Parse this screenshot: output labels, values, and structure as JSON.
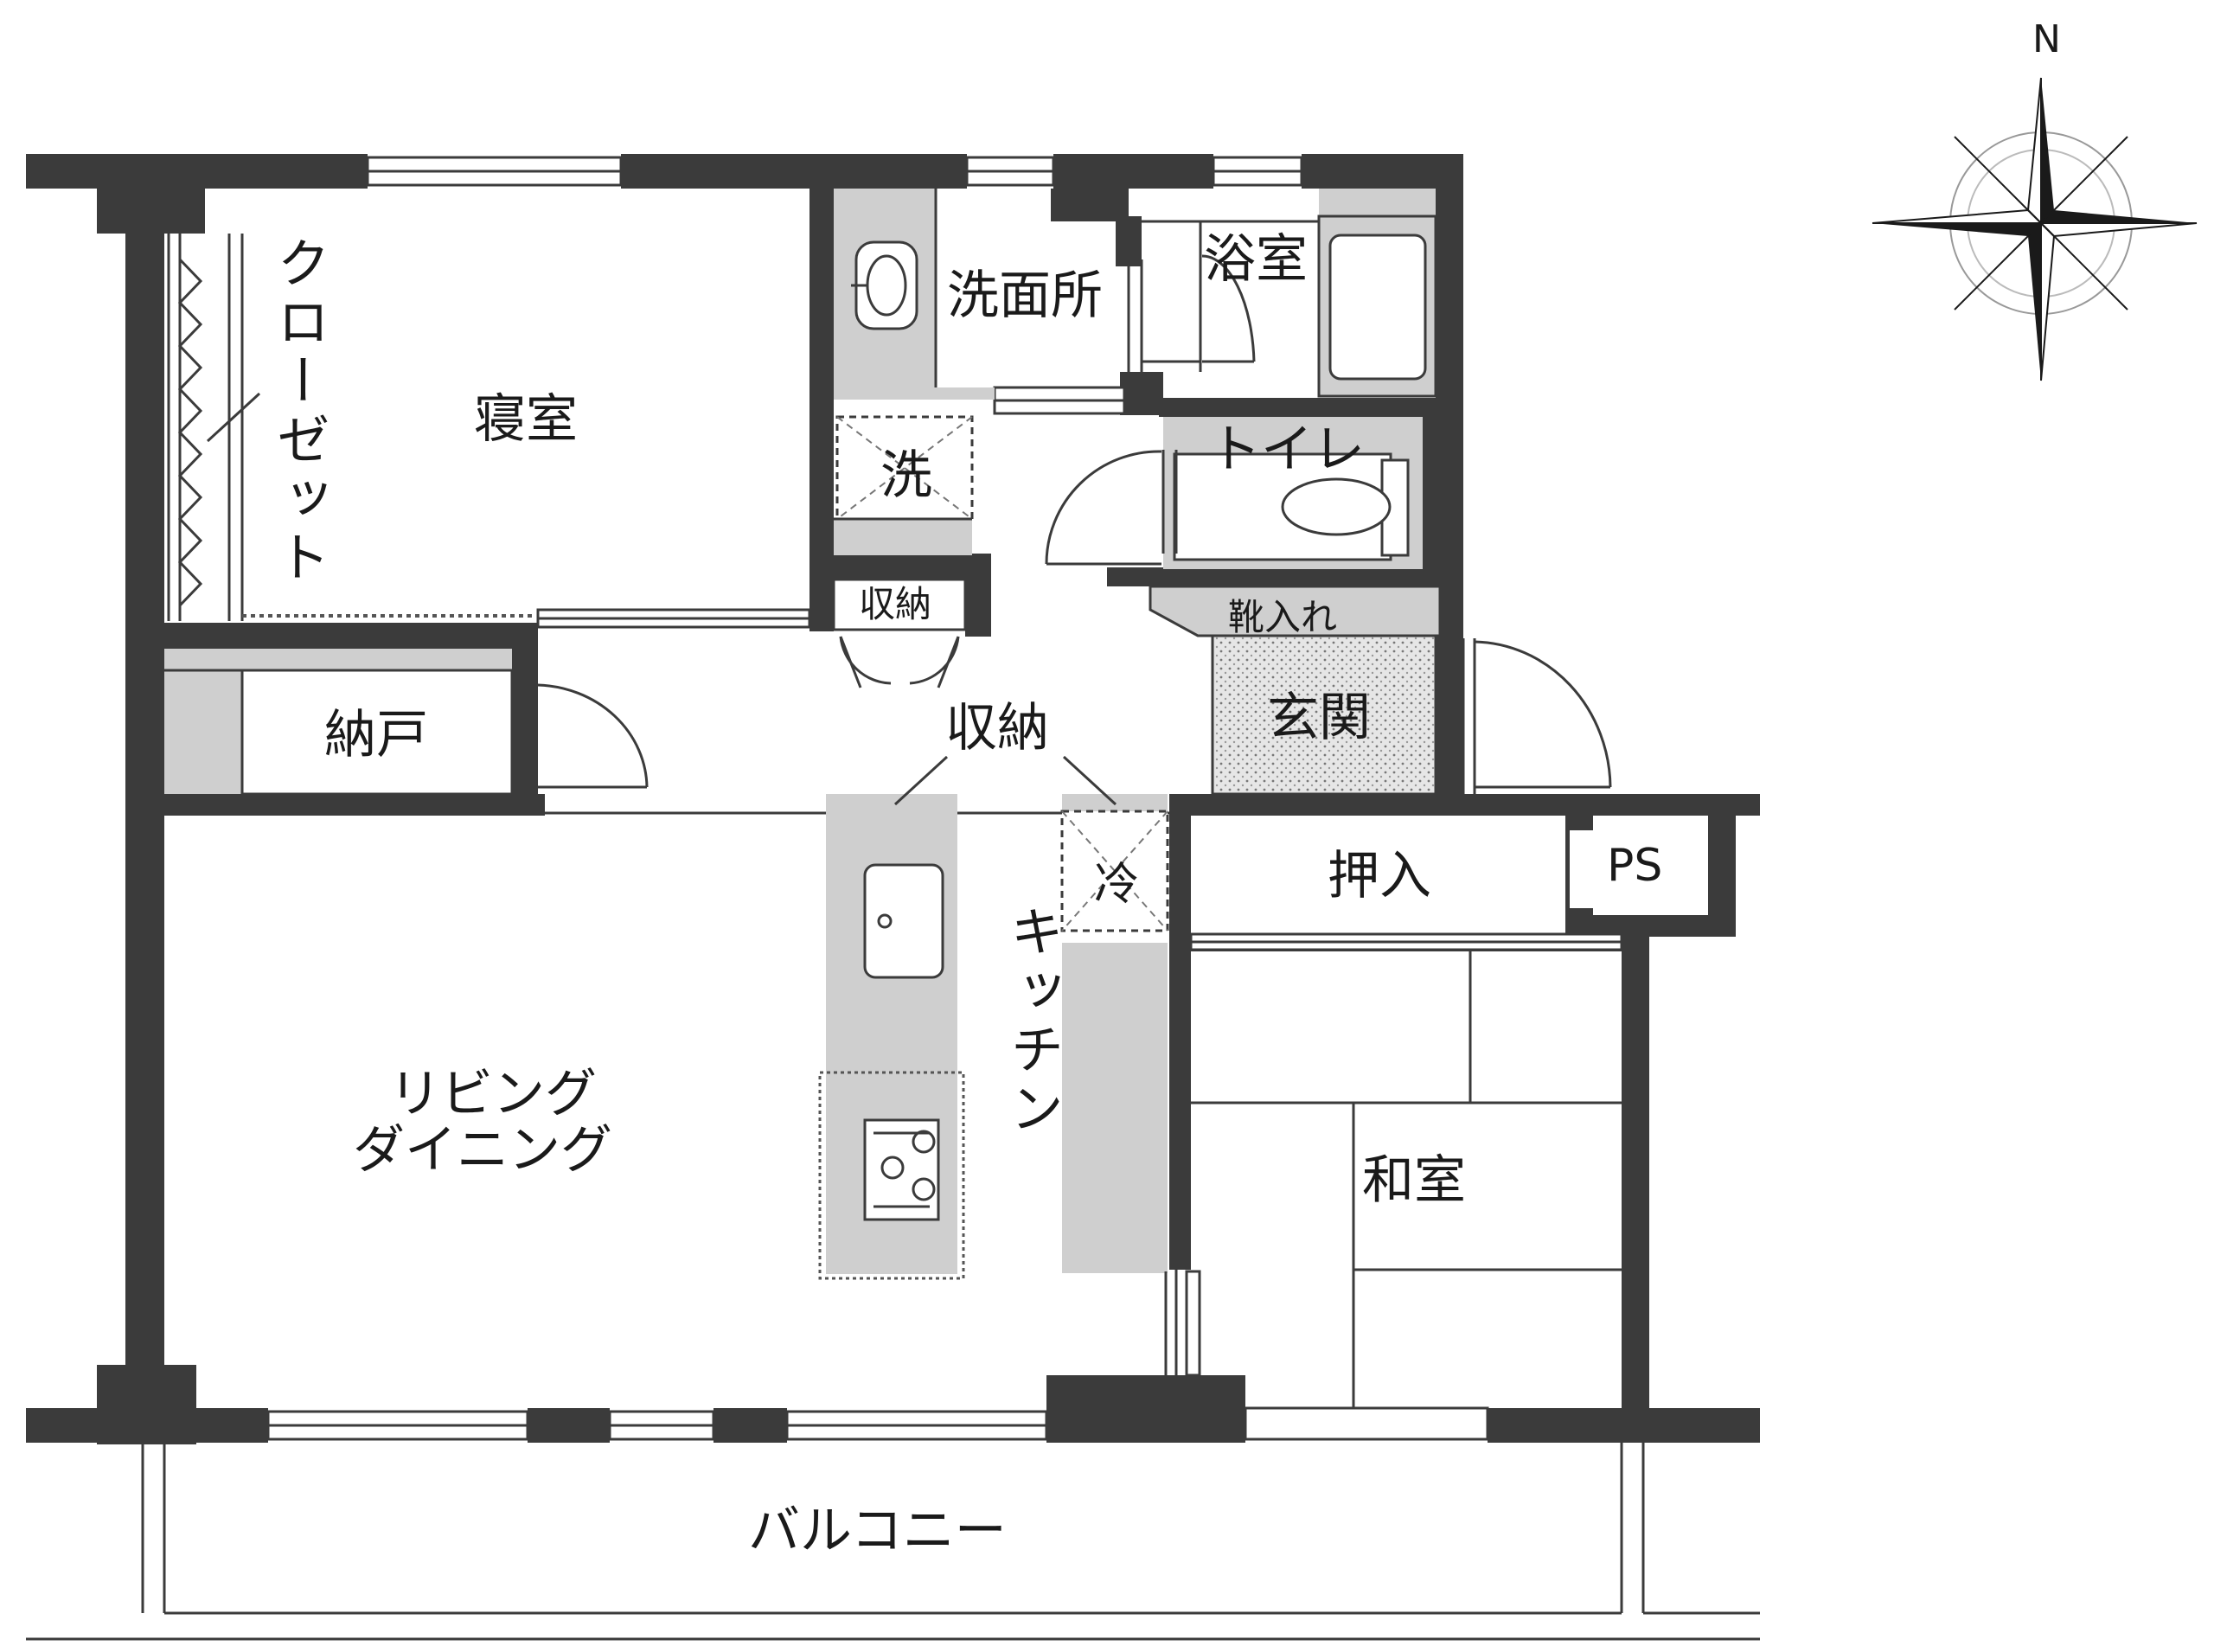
{
  "compass": {
    "north_label": "N"
  },
  "rooms": {
    "closet": "クローゼット",
    "bedroom": "寝室",
    "washroom": "洗面所",
    "bathroom": "浴室",
    "washer": "洗",
    "toilet": "トイレ",
    "storage_small": "収納",
    "shoe_storage": "靴入れ",
    "storeroom": "納戸",
    "storage_label": "収納",
    "entrance": "玄関",
    "refrigerator": "冷",
    "oshiire": "押入",
    "ps": "PS",
    "kitchen": "キッチン",
    "living_line1": "リビング",
    "living_line2": "ダイニング",
    "washitsu": "和室",
    "balcony": "バルコニー"
  },
  "colors": {
    "wall": "#3b3b3b",
    "fixture": "#cfcfcf",
    "entrance_tile": "#d9d9d9"
  }
}
